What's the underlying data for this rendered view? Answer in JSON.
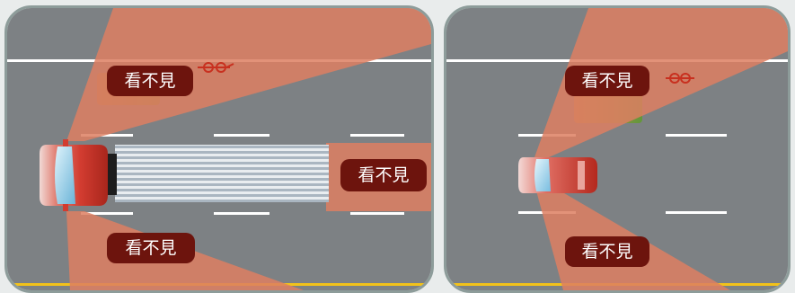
{
  "scene_left": {
    "labels": {
      "top": "看不見",
      "right": "看不見",
      "bottom": "看不見"
    }
  },
  "scene_right": {
    "labels": {
      "top": "看不見",
      "bottom": "看不見"
    }
  },
  "colors": {
    "road": "#7d8184",
    "blind_zone": "#dd7f62",
    "label_bg": "#6d140d",
    "truck_cab": "#d54538",
    "lane_line": "#ffffff",
    "edge_line": "#f2c21a"
  }
}
